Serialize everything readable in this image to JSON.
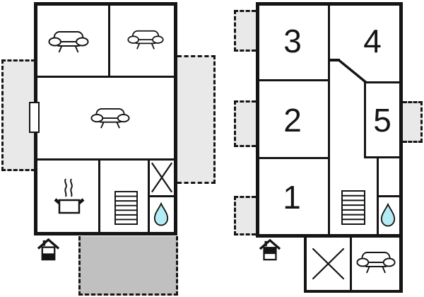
{
  "diagram_type": "floor-plan",
  "colors": {
    "wall": "#151515",
    "room_fill": "#ffffff",
    "terrace_light": "#e9e9e9",
    "terrace_dark": "#c0c0c0",
    "water_drop": "#b4ecf5"
  },
  "left_plan": {
    "icons": [
      "sofa",
      "sofa",
      "sofa",
      "window",
      "cooking-pot",
      "stairs",
      "x-mark",
      "water-drop",
      "entrance-house"
    ],
    "terraces": [
      "left-light",
      "right-light",
      "bottom-dark"
    ]
  },
  "right_plan": {
    "rooms": [
      {
        "label": "3"
      },
      {
        "label": "4"
      },
      {
        "label": "2"
      },
      {
        "label": "5"
      },
      {
        "label": "1"
      }
    ],
    "icons": [
      "stairs",
      "water-drop",
      "x-mark",
      "sofa",
      "entrance-house"
    ],
    "terraces": [
      "top-left-light",
      "mid-left-light",
      "bottom-left-light",
      "right-light"
    ]
  }
}
